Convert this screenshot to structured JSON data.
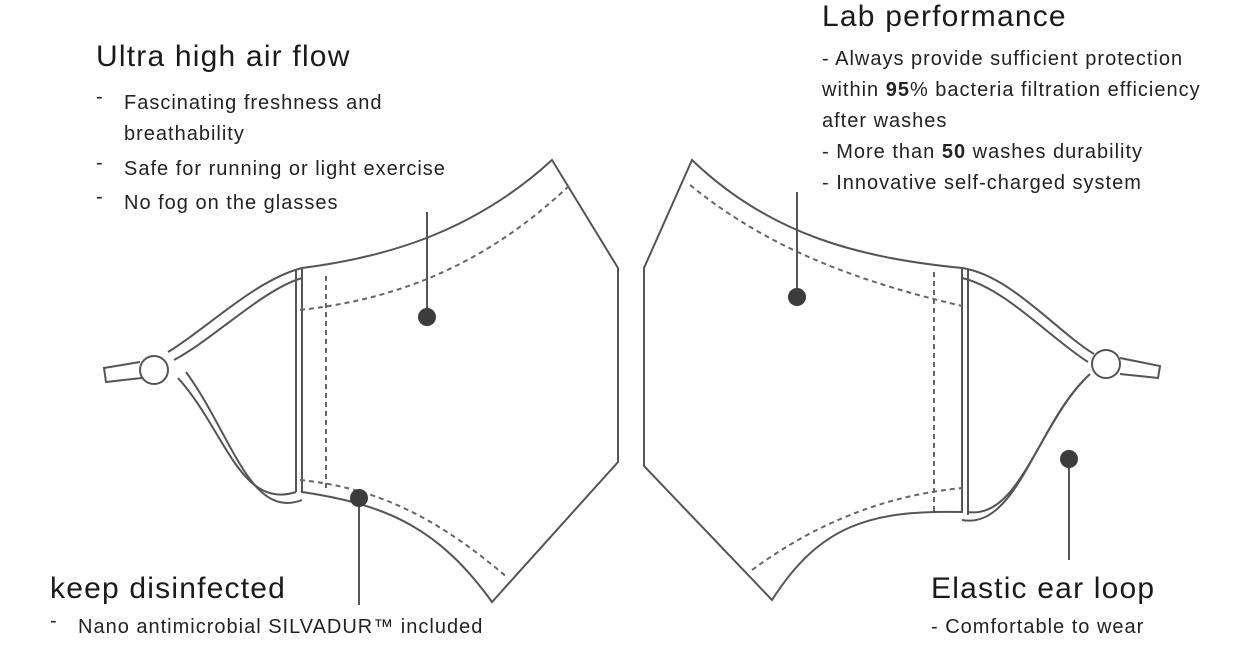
{
  "annotations": {
    "top_left": {
      "title": "Ultra high air flow",
      "items": [
        "Fascinating freshness and breathability",
        "Safe for running or light exercise",
        "No fog on the glasses"
      ]
    },
    "top_right": {
      "title": "Lab performance",
      "line1": "- Always provide sufficient protection",
      "line2_pre": "within ",
      "line2_bold": "95",
      "line2_post": "% bacteria filtration efficiency",
      "line3": "after washes",
      "line4_pre": "-  More than ",
      "line4_bold": "50",
      "line4_post": " washes durability",
      "line5": "-  Innovative self-charged system"
    },
    "bottom_left": {
      "title": "keep disinfected",
      "items": [
        "Nano antimicrobial SILVADUR™ included"
      ]
    },
    "bottom_right": {
      "title": "Elastic ear loop",
      "item": "- Comfortable to wear"
    }
  },
  "colors": {
    "line": "#555555",
    "dot": "#3c3c3c",
    "text": "#1e1e1e"
  }
}
